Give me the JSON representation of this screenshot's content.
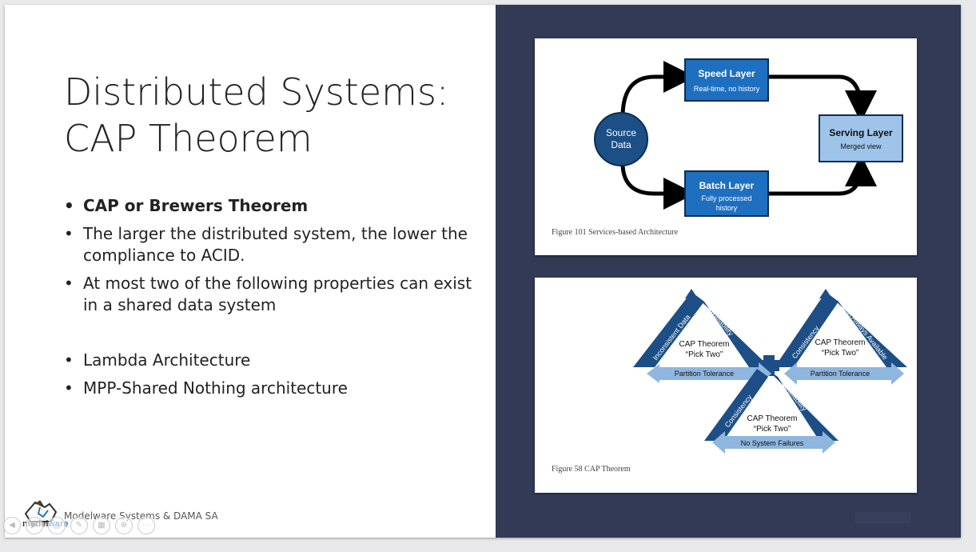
{
  "slide": {
    "title_lines": [
      "Distributed Systems:",
      "CAP Theorem"
    ],
    "bullets": [
      "CAP or Brewers Theorem",
      "The larger the distributed system, the lower the compliance to ACID.",
      "At most two of the following properties can exist in a shared data system",
      "Lambda Architecture",
      "MPP-Shared Nothing architecture"
    ],
    "footer": "Modelware Systems & DAMA SA",
    "logo": {
      "text_main": "model",
      "text_accent": "ware"
    }
  },
  "figure_services": {
    "caption": "Figure 101 Services-based Architecture",
    "source": [
      "Source",
      "Data"
    ],
    "speed": {
      "title": "Speed Layer",
      "sub": "Real-time, no history"
    },
    "batch": {
      "title": "Batch Layer",
      "sub1": "Fully processed",
      "sub2": "history"
    },
    "serving": {
      "title": "Serving Layer",
      "sub": "Merged view"
    },
    "colors": {
      "box": "#1f6fc0",
      "serving": "#9fc4ea",
      "source": "#1b4f86",
      "arrow": "#000000"
    }
  },
  "figure_cap": {
    "caption": "Figure 58 CAP Theorem",
    "left": {
      "side_a": "Inconsistent Data",
      "side_b": "Availability",
      "center1": "CAP Theorem",
      "center2": "“Pick Two”",
      "base": "Partition Tolerance"
    },
    "right": {
      "side_a": "Consistency",
      "side_b": "Not Always Available",
      "center1": "CAP Theorem",
      "center2": "“Pick Two”",
      "base": "Partition Tolerance"
    },
    "bottom": {
      "side_a": "Consistency",
      "side_b": "Availability",
      "center1": "CAP Theorem",
      "center2": "“Pick Two”",
      "base": "No System Failures"
    },
    "colors": {
      "dark": "#1d4f86",
      "light": "#8fb6df"
    }
  },
  "navigation": {
    "icons": [
      "prev-icon",
      "next-icon",
      "pointer-icon",
      "pen-icon",
      "slides-icon",
      "zoom-icon",
      "more-icon"
    ],
    "glyphs": [
      "◀",
      "▶",
      "△",
      "✎",
      "▦",
      "⊕",
      "⋯"
    ]
  }
}
